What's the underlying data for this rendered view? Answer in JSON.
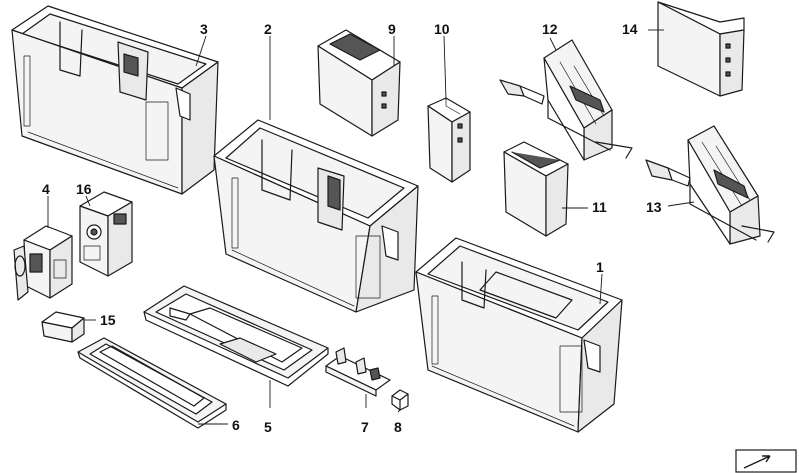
{
  "callouts": [
    {
      "id": "1",
      "text": "1"
    },
    {
      "id": "2",
      "text": "2"
    },
    {
      "id": "3",
      "text": "3"
    },
    {
      "id": "4",
      "text": "4"
    },
    {
      "id": "5",
      "text": "5"
    },
    {
      "id": "6",
      "text": "6"
    },
    {
      "id": "7",
      "text": "7"
    },
    {
      "id": "8",
      "text": "8"
    },
    {
      "id": "9",
      "text": "9"
    },
    {
      "id": "10",
      "text": "10"
    },
    {
      "id": "11",
      "text": "11"
    },
    {
      "id": "12",
      "text": "12"
    },
    {
      "id": "13",
      "text": "13"
    },
    {
      "id": "14",
      "text": "14"
    },
    {
      "id": "15",
      "text": "15"
    },
    {
      "id": "16",
      "text": "16"
    }
  ],
  "icons": {
    "corner_badge": "arrow-icon"
  }
}
